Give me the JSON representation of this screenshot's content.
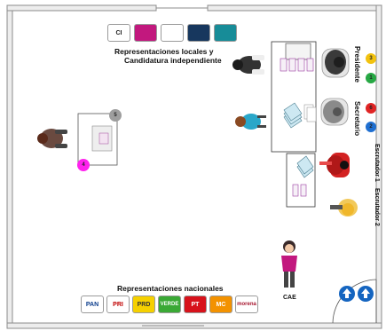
{
  "top_caption_line1": "Representaciones locales y",
  "top_caption_line2": "Candidatura independiente",
  "bottom_caption": "Representaciones nacionales",
  "local_logos": [
    {
      "name": "ci-logo",
      "text": "CI",
      "color": "#1a1a1a",
      "bg": "#ffffff"
    },
    {
      "name": "pink-party-logo",
      "text": "",
      "color": "#ffffff",
      "bg": "#c2187e"
    },
    {
      "name": "blue-party-logo",
      "text": "",
      "color": "#1d4f9c",
      "bg": "#ffffff"
    },
    {
      "name": "navy-party-logo",
      "text": "",
      "color": "#ffffff",
      "bg": "#17375e"
    },
    {
      "name": "teal-party-logo",
      "text": "",
      "color": "#ffffff",
      "bg": "#178c98"
    }
  ],
  "national_logos": [
    {
      "name": "pan-logo",
      "text": "PAN",
      "color": "#0b3c8c",
      "bg": "#ffffff"
    },
    {
      "name": "pri-logo",
      "text": "PRI",
      "color": "#c00000",
      "bg": "#ffffff"
    },
    {
      "name": "prd-logo",
      "text": "PRD",
      "color": "#333333",
      "bg": "#f5d000"
    },
    {
      "name": "pvem-logo",
      "text": "VERDE",
      "color": "#ffffff",
      "bg": "#3aa935"
    },
    {
      "name": "pt-logo",
      "text": "PT",
      "color": "#ffffff",
      "bg": "#d7121b"
    },
    {
      "name": "mc-logo",
      "text": "MC",
      "color": "#ffffff",
      "bg": "#f39200"
    },
    {
      "name": "morena-logo",
      "text": "morena",
      "color": "#a7162f",
      "bg": "#ffffff"
    }
  ],
  "roles": {
    "presidente": "Presidente",
    "secretario": "Secretario",
    "escrutador1": "Escrutador 1",
    "escrutador2": "Escrutador 2",
    "cae": "CAE"
  },
  "badges": {
    "presidente_a": "3",
    "presidente_b": "1",
    "secretario_a": "6",
    "secretario_b": "2",
    "booth_top": "5",
    "booth_bottom": "4"
  },
  "colors": {
    "badge_yellow": "#f2c20f",
    "badge_green": "#27a844",
    "badge_red": "#e02424",
    "badge_blue": "#1f6fd1",
    "badge_gray": "#9e9e9e",
    "badge_magenta": "#ff22ee",
    "arrow_blue": "#1565c0"
  }
}
